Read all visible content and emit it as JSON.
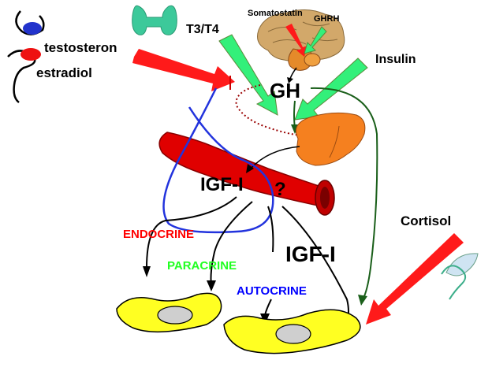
{
  "labels": {
    "testosteron": "testosteron",
    "estradiol": "estradiol",
    "t3t4": "T3/T4",
    "somatostatin": "Somatostatin",
    "ghrh": "GHRH",
    "insulin": "Insulin",
    "gh": "GH",
    "igf1_vessel": "IGF-I",
    "question": "?",
    "endocrine": "ENDOCRINE",
    "paracrine": "PARACRINE",
    "autocrine": "AUTOCRINE",
    "igf1_big": "IGF-I",
    "cortisol": "Cortisol"
  },
  "colors": {
    "inhibit_arrow": "#ff1a1a",
    "stimulate_arrow": "#33f07a",
    "stimulate_border": "#5a8a3a",
    "blood_vessel": "#e00000",
    "liver": "#f5801f",
    "cell": "#ffff22",
    "nucleus": "#cfcfcf",
    "blue_gland": "#1d2fc4",
    "thyroid": "#3cc99a",
    "endocrine_text": "#ff0000",
    "paracrine_text": "#22ff22",
    "autocrine_text": "#0000ff",
    "blue_loop": "#2233dd",
    "gh_pathway": "#1a5f1a",
    "feedback_dotted": "#990000"
  },
  "icons": [
    "pituitary-icon",
    "ovary-icon",
    "thyroid-icon",
    "brain-icon",
    "liver-icon",
    "vessel-icon",
    "cell-icon",
    "adrenal-icon"
  ]
}
